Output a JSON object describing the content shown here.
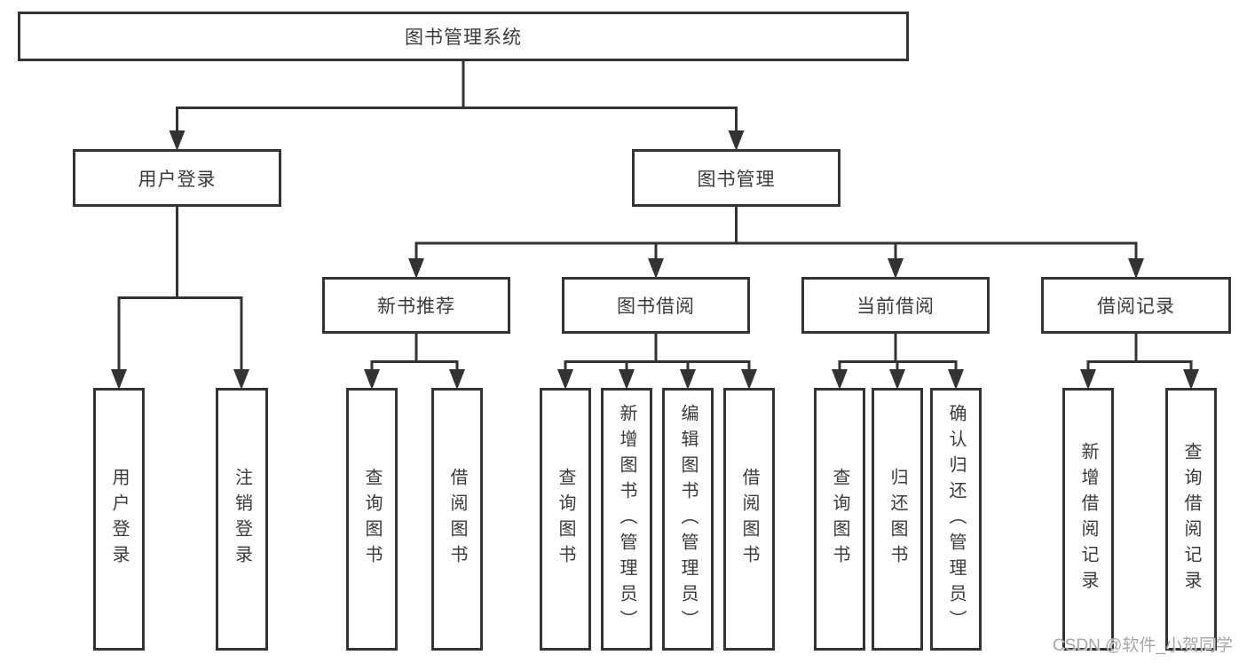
{
  "tree": {
    "label": "图书管理系统",
    "children": [
      {
        "label": "用户登录",
        "children": [
          {
            "label": "用户登录"
          },
          {
            "label": "注销登录"
          }
        ]
      },
      {
        "label": "图书管理",
        "children": [
          {
            "label": "新书推荐",
            "children": [
              {
                "label": "查询图书"
              },
              {
                "label": "借阅图书"
              }
            ]
          },
          {
            "label": "图书借阅",
            "children": [
              {
                "label": "查询图书"
              },
              {
                "label": "新增图书（管理员）"
              },
              {
                "label": "编辑图书（管理员）"
              },
              {
                "label": "借阅图书"
              }
            ]
          },
          {
            "label": "当前借阅",
            "children": [
              {
                "label": "查询图书"
              },
              {
                "label": "归还图书"
              },
              {
                "label": "确认归还（管理员）"
              }
            ]
          },
          {
            "label": "借阅记录",
            "children": [
              {
                "label": "新增借阅记录"
              },
              {
                "label": "查询借阅记录"
              }
            ]
          }
        ]
      }
    ]
  },
  "watermark": {
    "text": "CSDN @软件_小贺同学"
  },
  "colors": {
    "line": "#333333",
    "text": "#3a3a3a",
    "background": "#ffffff",
    "watermark": "#a6a6a6"
  }
}
